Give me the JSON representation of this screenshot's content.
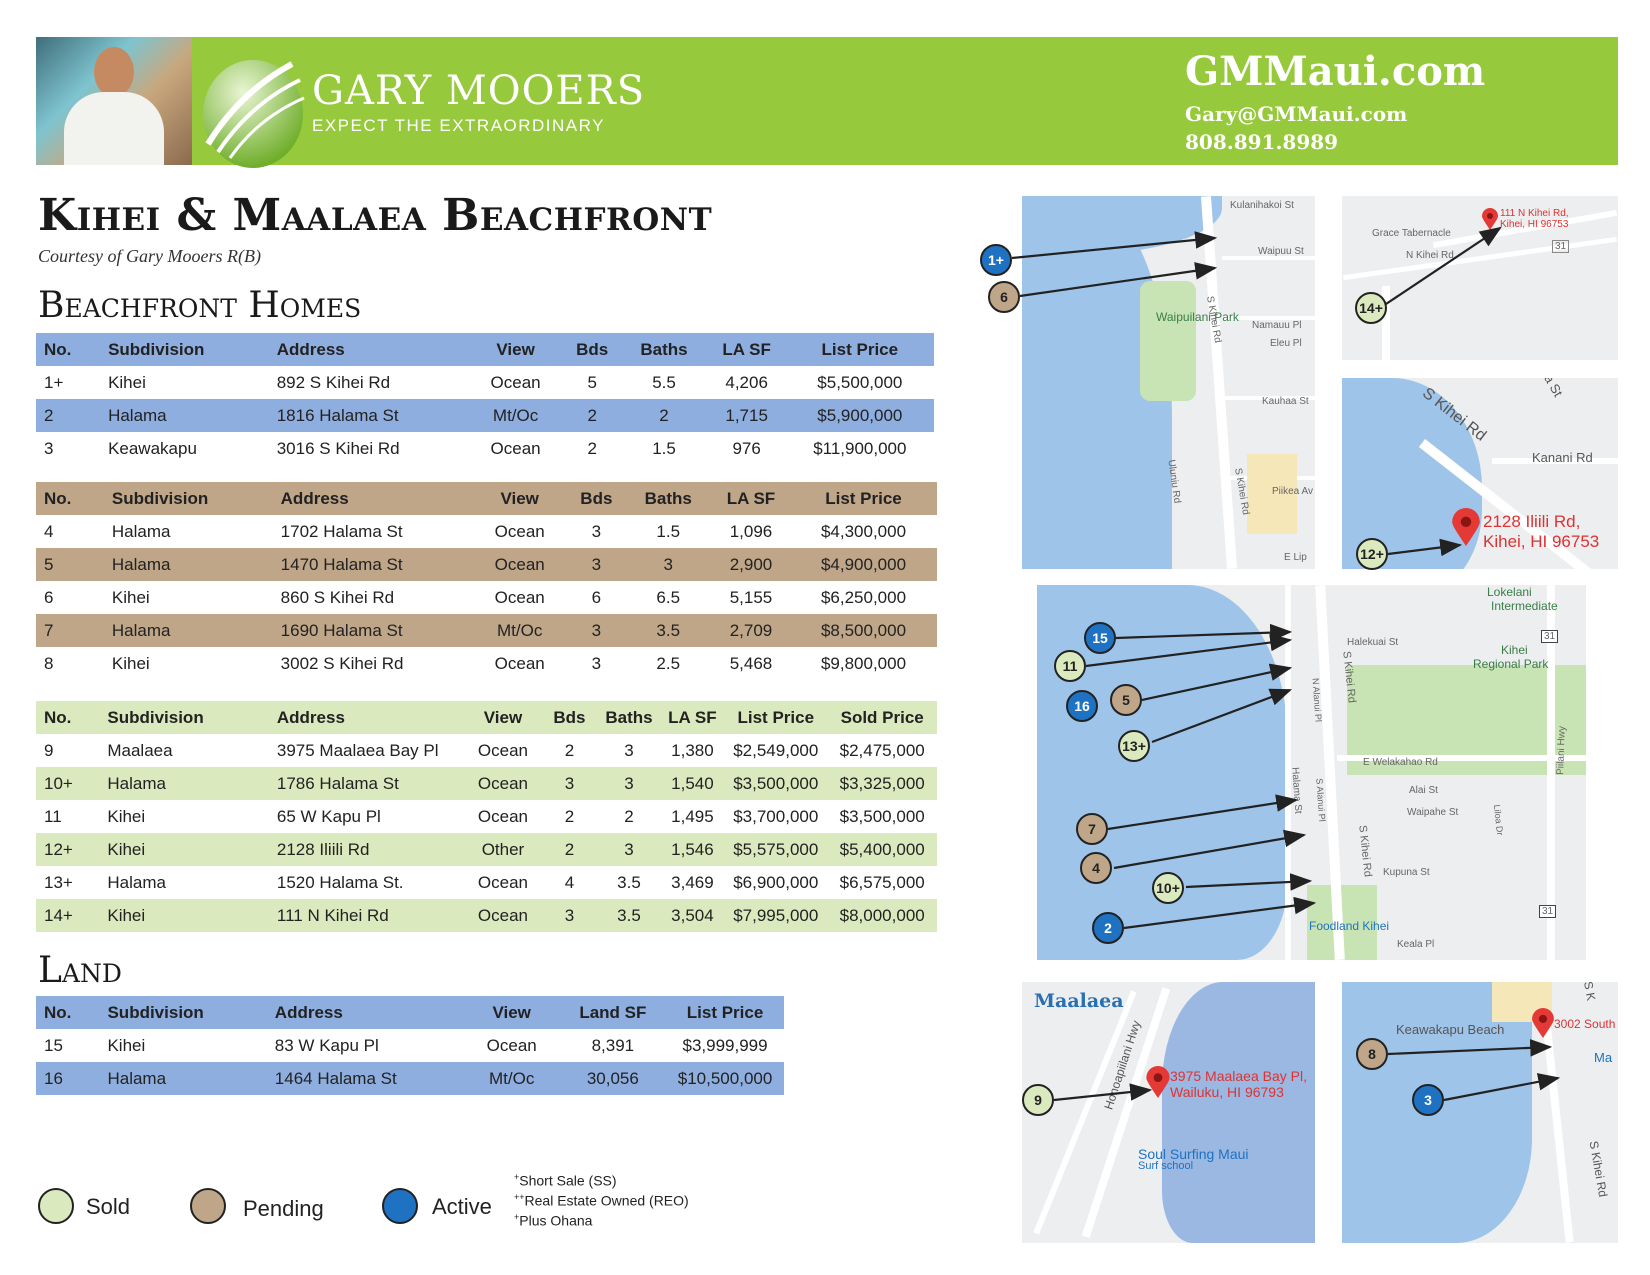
{
  "header": {
    "brand_name": "GARY MOOERS",
    "tagline": "EXPECT THE EXTRAORDINARY",
    "website": "GMMaui.com",
    "email": "Gary@GMMaui.com",
    "phone": "808.891.8989"
  },
  "title": "Kihei & Maalaea Beachfront",
  "courtesy": "Courtesy of Gary Mooers R(B)",
  "section_homes": "Beachfront Homes",
  "section_land": "Land",
  "colors": {
    "banner": "#97c93c",
    "active": "#1f72c2",
    "pending": "#bfa688",
    "sold": "#dbeabe",
    "header_blue": "#8eaee0"
  },
  "active_table": {
    "headers": [
      "No.",
      "Subdivision",
      "Address",
      "View",
      "Bds",
      "Baths",
      "LA SF",
      "List Price"
    ],
    "rows": [
      [
        "1+",
        "Kihei",
        "892 S Kihei Rd",
        "Ocean",
        "5",
        "5.5",
        "4,206",
        "$5,500,000"
      ],
      [
        "2",
        "Halama",
        "1816 Halama St",
        "Mt/Oc",
        "2",
        "2",
        "1,715",
        "$5,900,000"
      ],
      [
        "3",
        "Keawakapu",
        "3016 S Kihei Rd",
        "Ocean",
        "2",
        "1.5",
        "976",
        "$11,900,000"
      ]
    ]
  },
  "pending_table": {
    "headers": [
      "No.",
      "Subdivision",
      "Address",
      "View",
      "Bds",
      "Baths",
      "LA SF",
      "List Price"
    ],
    "rows": [
      [
        "4",
        "Halama",
        "1702 Halama St",
        "Ocean",
        "3",
        "1.5",
        "1,096",
        "$4,300,000"
      ],
      [
        "5",
        "Halama",
        "1470 Halama St",
        "Ocean",
        "3",
        "3",
        "2,900",
        "$4,900,000"
      ],
      [
        "6",
        "Kihei",
        "860 S Kihei Rd",
        "Ocean",
        "6",
        "6.5",
        "5,155",
        "$6,250,000"
      ],
      [
        "7",
        "Halama",
        "1690 Halama St",
        "Mt/Oc",
        "3",
        "3.5",
        "2,709",
        "$8,500,000"
      ],
      [
        "8",
        "Kihei",
        "3002 S Kihei Rd",
        "Ocean",
        "3",
        "2.5",
        "5,468",
        "$9,800,000"
      ]
    ]
  },
  "sold_table": {
    "headers": [
      "No.",
      "Subdivision",
      "Address",
      "View",
      "Bds",
      "Baths",
      "LA SF",
      "List Price",
      "Sold Price"
    ],
    "rows": [
      [
        "9",
        "Maalaea",
        "3975 Maalaea Bay Pl",
        "Ocean",
        "2",
        "3",
        "1,380",
        "$2,549,000",
        "$2,475,000"
      ],
      [
        "10+",
        "Halama",
        "1786 Halama St",
        "Ocean",
        "3",
        "3",
        "1,540",
        "$3,500,000",
        "$3,325,000"
      ],
      [
        "11",
        "Kihei",
        "65 W Kapu Pl",
        "Ocean",
        "2",
        "2",
        "1,495",
        "$3,700,000",
        "$3,500,000"
      ],
      [
        "12+",
        "Kihei",
        "2128 Iliili Rd",
        "Other",
        "2",
        "3",
        "1,546",
        "$5,575,000",
        "$5,400,000"
      ],
      [
        "13+",
        "Halama",
        "1520 Halama St.",
        "Ocean",
        "4",
        "3.5",
        "3,469",
        "$6,900,000",
        "$6,575,000"
      ],
      [
        "14+",
        "Kihei",
        "111 N Kihei Rd",
        "Ocean",
        "3",
        "3.5",
        "3,504",
        "$7,995,000",
        "$8,000,000"
      ]
    ]
  },
  "land_table": {
    "headers": [
      "No.",
      "Subdivision",
      "Address",
      "View",
      "Land SF",
      "List Price"
    ],
    "rows": [
      [
        "15",
        "Kihei",
        "83 W Kapu Pl",
        "Ocean",
        "8,391",
        "$3,999,999"
      ],
      [
        "16",
        "Halama",
        "1464 Halama St",
        "Mt/Oc",
        "30,056",
        "$10,500,000"
      ]
    ]
  },
  "legend": {
    "sold": "Sold",
    "pending": "Pending",
    "active": "Active"
  },
  "notes": [
    {
      "mark": "+",
      "text": "Short Sale (SS)"
    },
    {
      "mark": "++",
      "text": "Real Estate Owned (REO)"
    },
    {
      "mark": "+",
      "text": "Plus Ohana"
    }
  ],
  "maps": {
    "map1": {
      "streets": [
        "Kulanihakoi St",
        "Waipuilani Park",
        "S Kihei Rd",
        "Namauu Pl",
        "Eleu Pl",
        "Kauhaa St",
        "Uluniu Rd",
        "S Kihei Rd",
        "Piikea Av",
        "E Lip",
        "Waipuu St"
      ]
    },
    "map2": {
      "pin_label": [
        "111 N Kihei Rd,",
        "Kihei, HI 96753"
      ],
      "streets": [
        "Grace Tabernacle",
        "N Kihei Rd",
        "31"
      ]
    },
    "map3": {
      "pin_label": [
        "2128 Iliili Rd,",
        "Kihei, HI 96753"
      ],
      "streets": [
        "S Kihei Rd",
        "Kanani Rd",
        "a St"
      ]
    },
    "map4": {
      "streets": [
        "Lokelani",
        "Intermediate",
        "Halekuai St",
        "Kihei",
        "Regional Park",
        "31",
        "S Kihei Rd",
        "E Welakahao Rd",
        "Alai St",
        "Waipahe St",
        "Piilani Hwy",
        "Halama St",
        "Kupuna St",
        "S Kihei Rd",
        "31",
        "Foodland Kihei",
        "Keala Pl",
        "N Alanui Pl",
        "S Alanui Pl",
        "Liloa Dr"
      ]
    },
    "map5": {
      "title": "Maalaea",
      "pin_label": [
        "3975 Maalaea Bay Pl,",
        "Wailuku, HI 96793"
      ],
      "streets": [
        "Honoapiilani Hwy",
        "Soul Surfing Maui",
        "Surf school"
      ]
    },
    "map6": {
      "pin_label": [
        "3002 South"
      ],
      "streets": [
        "Keawakapu Beach",
        "Ma",
        "S K",
        "S Kihei Rd"
      ]
    }
  },
  "markers": {
    "m1": "1+",
    "m6": "6",
    "m14": "14+",
    "m12": "12+",
    "m15": "15",
    "m11": "11",
    "m16": "16",
    "m5": "5",
    "m13": "13+",
    "m7": "7",
    "m4": "4",
    "m10": "10+",
    "m2": "2",
    "m9": "9",
    "m8": "8",
    "m3": "3"
  }
}
